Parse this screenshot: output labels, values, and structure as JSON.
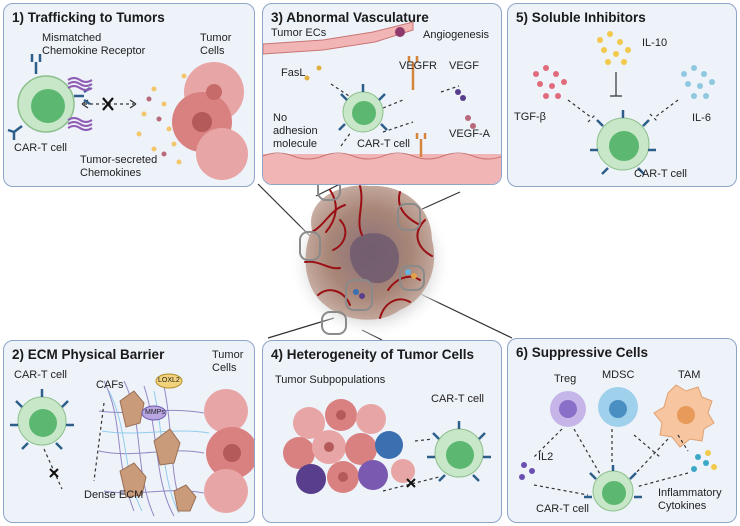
{
  "panels": {
    "p1": {
      "title": "1) Trafficking to Tumors",
      "receptor_line1": "Mismatched",
      "receptor_line2": "Chemokine Receptor",
      "tumor_line1": "Tumor",
      "tumor_line2": "Cells",
      "cart": "CAR-T cell",
      "chemo_line1": "Tumor-secreted",
      "chemo_line2": "Chemokines"
    },
    "p3": {
      "title": "3) Abnormal Vasculature",
      "ecs": "Tumor ECs",
      "angio": "Angiogenesis",
      "fasl": "FasL",
      "vegfr": "VEGFR",
      "vegf": "VEGF",
      "noadh_line1": "No",
      "noadh_line2": "adhesion",
      "noadh_line3": "molecule",
      "cart": "CAR-T cell",
      "vegfa": "VEGF-A"
    },
    "p5": {
      "title": "5) Soluble Inhibitors",
      "il10": "IL-10",
      "tgfb": "TGF-β",
      "il6": "IL-6",
      "cart": "CAR-T cell"
    },
    "p2": {
      "title": "2) ECM Physical Barrier",
      "cart": "CAR-T cell",
      "cafs": "CAFs",
      "loxl2": "LOXL2",
      "mmps": "MMPs",
      "tumor_line1": "Tumor",
      "tumor_line2": "Cells",
      "ecm": "Dense ECM"
    },
    "p4": {
      "title": "4) Heterogeneity of Tumor Cells",
      "subpop": "Tumor Subpopulations",
      "cart": "CAR-T cell"
    },
    "p6": {
      "title": "6) Suppressive Cells",
      "treg": "Treg",
      "mdsc": "MDSC",
      "tam": "TAM",
      "il2": "IL2",
      "cart": "CAR-T cell",
      "infl_line1": "Inflammatory",
      "infl_line2": "Cytokines"
    }
  },
  "colors": {
    "panel_bg": "#eef2f9",
    "panel_border": "#8ea4c8",
    "cart_outer": "#c8e6c8",
    "cart_inner": "#5cb870",
    "receptor": "#2d5f8a",
    "tumor": "#d98080",
    "vessel": "#a50f15",
    "chemokine_receptor": "#8e5bb5"
  }
}
